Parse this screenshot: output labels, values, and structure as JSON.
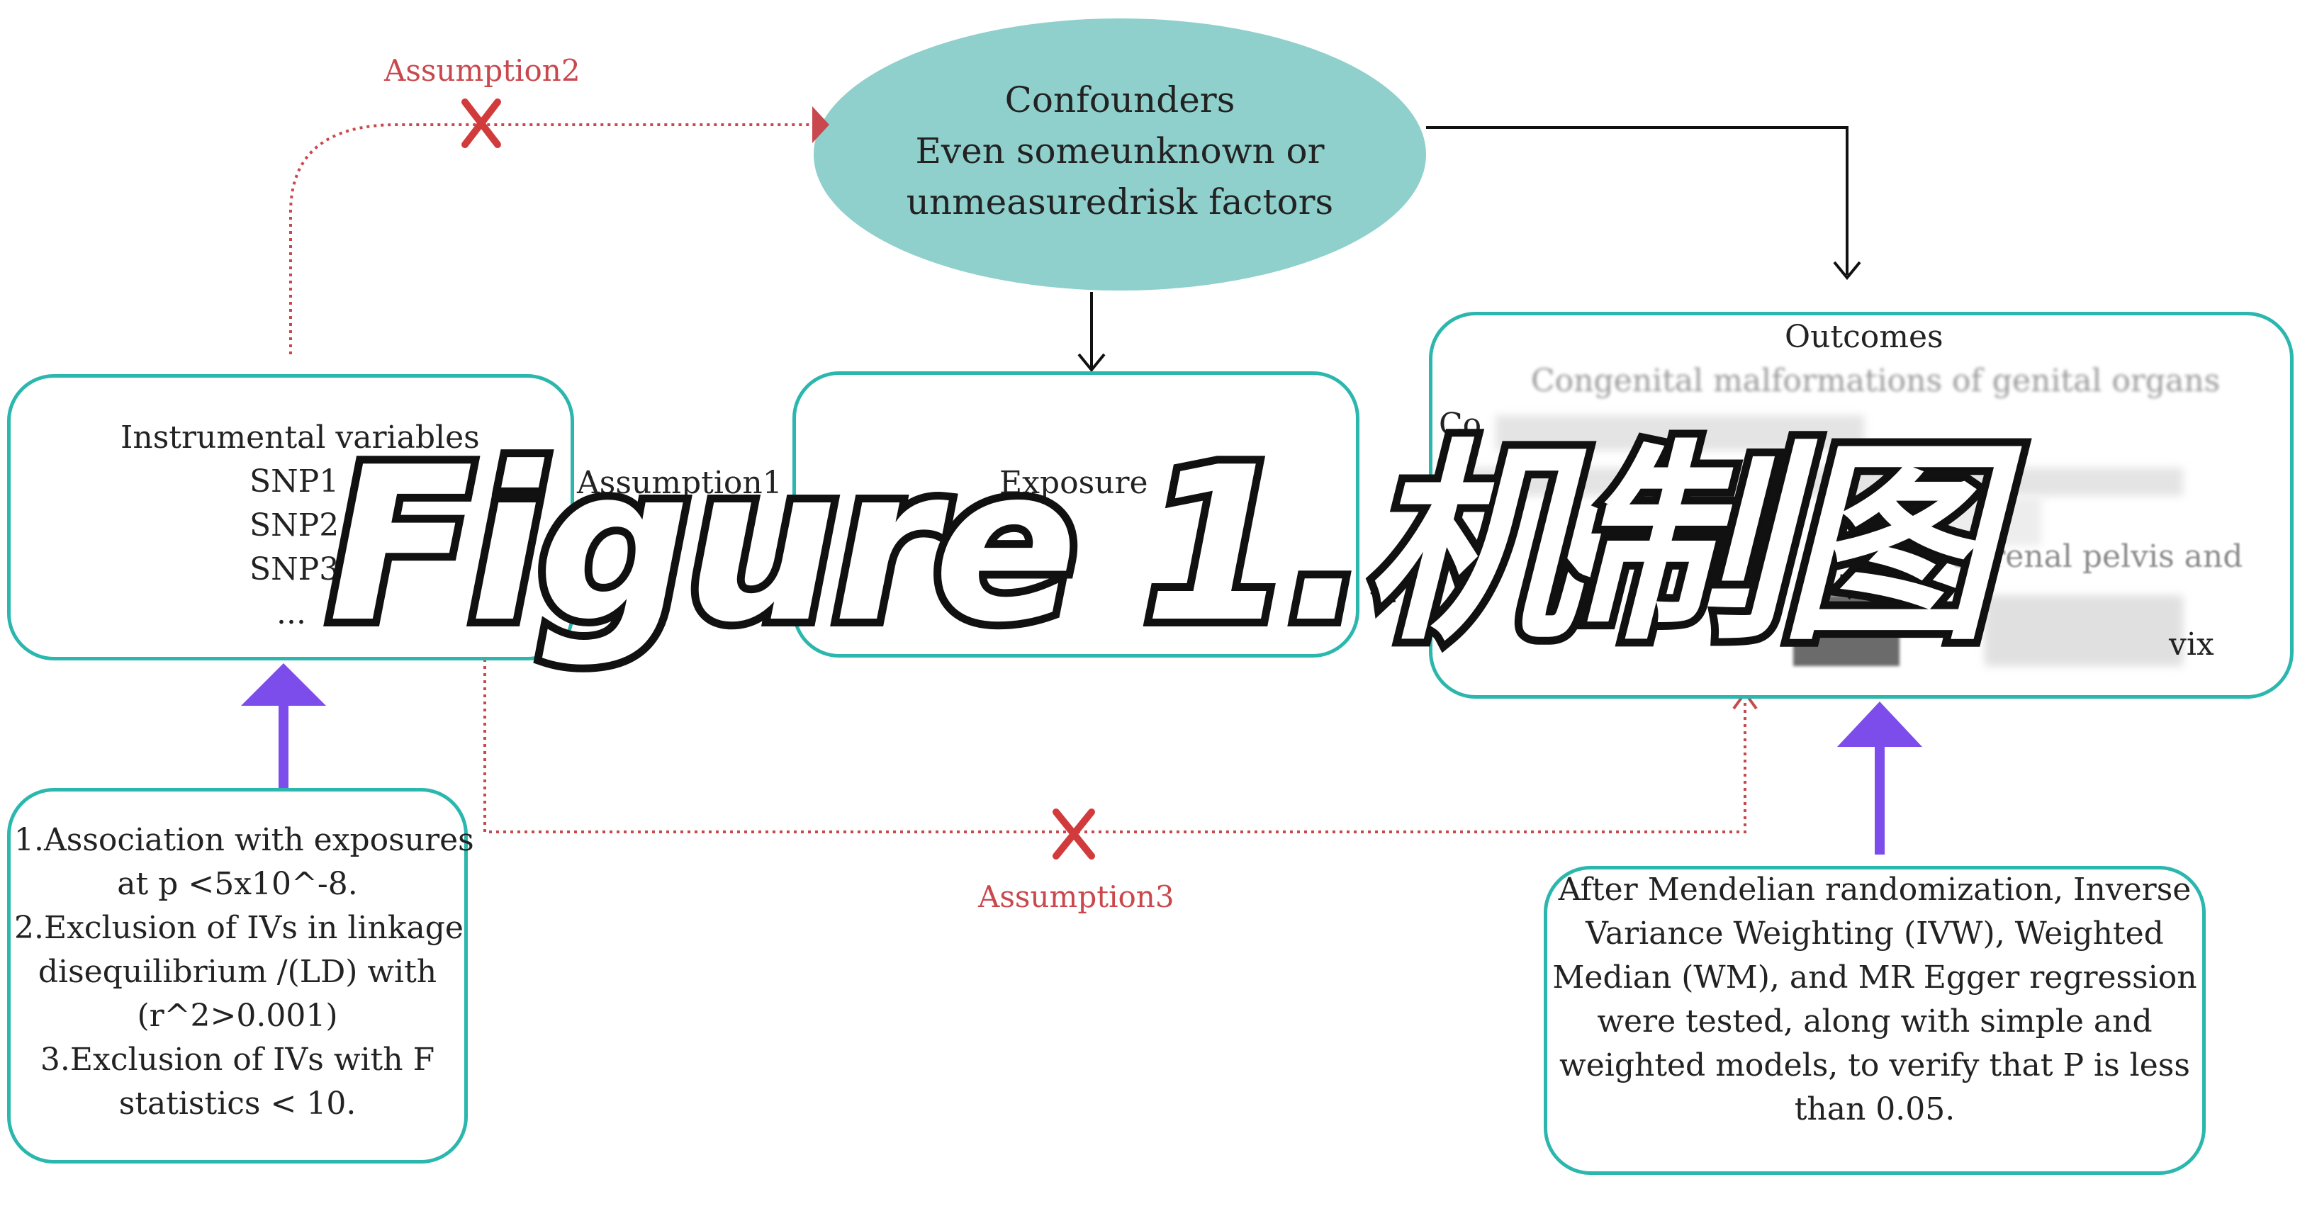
{
  "colors": {
    "teal": "#2bb7ad",
    "ellipse_fill": "#8fd0cc",
    "red": "#c9484d",
    "purple": "#7c4dea",
    "black": "#111111"
  },
  "confounders": {
    "line1": "Confounders",
    "line2": "Even someunknown or",
    "line3": "unmeasuredrisk factors"
  },
  "iv_box": {
    "title": "Instrumental variables",
    "items": [
      "SNP1",
      "SNP2",
      "SNP3",
      "..."
    ]
  },
  "exposure_box": {
    "label": "Exposure"
  },
  "outcomes_box": {
    "title": "Outcomes",
    "line1": "Congenital malformations of genital organs",
    "line2": "Co",
    "line3": "ligaments",
    "line4": "defects of renal pelvis and",
    "line5": "vix"
  },
  "assumptions": {
    "a1": "Assumption1",
    "a2": "Assumption2",
    "a3": "Assumption3"
  },
  "criteria_box": {
    "lines": [
      "1.Association with exposures",
      "at p <5x10^-8.",
      "2.Exclusion of IVs in linkage",
      "disequilibrium /(LD) with",
      "(r^2>0.001)",
      "3.Exclusion of IVs with F",
      "statistics < 10."
    ]
  },
  "methods_box": {
    "lines": [
      "After Mendelian randomization, Inverse",
      "Variance Weighting (IVW), Weighted",
      "Median (WM), and MR Egger regression",
      "were tested, along with simple and",
      "weighted models, to verify that P is less",
      "than 0.05."
    ]
  },
  "overlay_title": "Figure 1.机制图"
}
